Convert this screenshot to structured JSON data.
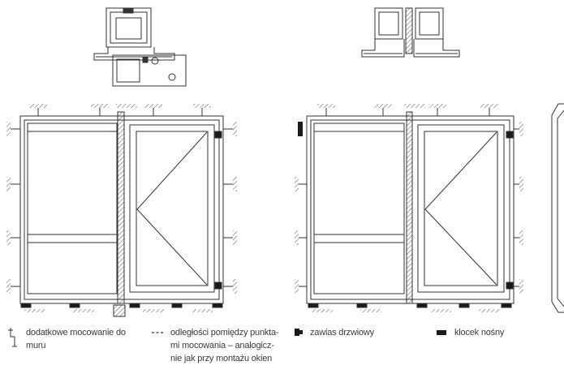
{
  "legend": {
    "anchor": {
      "text": "dodatkowe mocowanie do\nmuru",
      "symbol": "extra-wall-anchor-symbol"
    },
    "spacing": {
      "text": "odległości pomiędzy punkta-\nmi mocowania – analogicz-\nnie jak przy montażu okien",
      "symbol": "dashed-line-symbol"
    },
    "hinge": {
      "text": "zawias drzwiowy",
      "symbol": "door-hinge-symbol"
    },
    "block": {
      "text": "klocek nośny",
      "symbol": "support-block-symbol"
    }
  },
  "colors": {
    "line": "#333333",
    "fill": "#1a1a1a",
    "hatch": "#555555"
  }
}
